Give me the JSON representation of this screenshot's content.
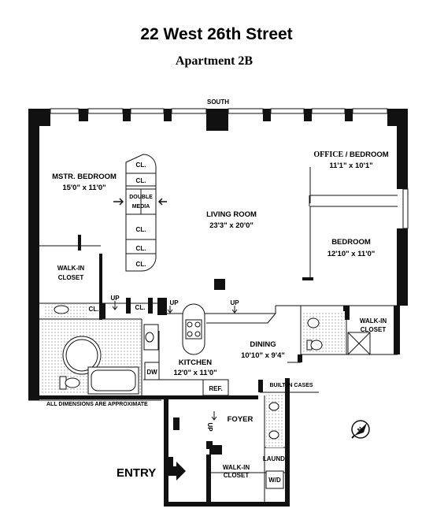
{
  "header": {
    "title": "22 West 26th Street",
    "subtitle": "Apartment 2B"
  },
  "orientation": {
    "south_label": "South",
    "compass_letter": "N"
  },
  "rooms": {
    "master_bedroom": {
      "name": "Mstr. Bedroom",
      "dims": "15'0\" x 11'0\""
    },
    "office_bedroom": {
      "name_a": "OFFICE",
      "name_b": " / Bedroom",
      "dims": "11'1\" x 10'1\""
    },
    "living_room": {
      "name": "Living Room",
      "dims": "23'3\" x 20'0\""
    },
    "bedroom": {
      "name": "Bedroom",
      "dims": "12'10\" x 11'0\""
    },
    "kitchen": {
      "name": "Kitchen",
      "dims": "12'0\" x 11'0\""
    },
    "dining": {
      "name": "Dining",
      "dims": "10'10\" x 9'4\""
    },
    "foyer": {
      "name": "Foyer"
    }
  },
  "labels": {
    "closet": "Cl.",
    "double_media_1": "Double",
    "double_media_2": "Media",
    "walk_in": "Walk-In",
    "closet_word": "Closet",
    "up": "UP",
    "dw": "DW",
    "ref": "REF.",
    "built_in_cases": "Built-in Cases",
    "laund": "Laund.",
    "wd": "W/D",
    "entry": "ENTRY",
    "disclaimer": "All dimensions are approximate"
  }
}
